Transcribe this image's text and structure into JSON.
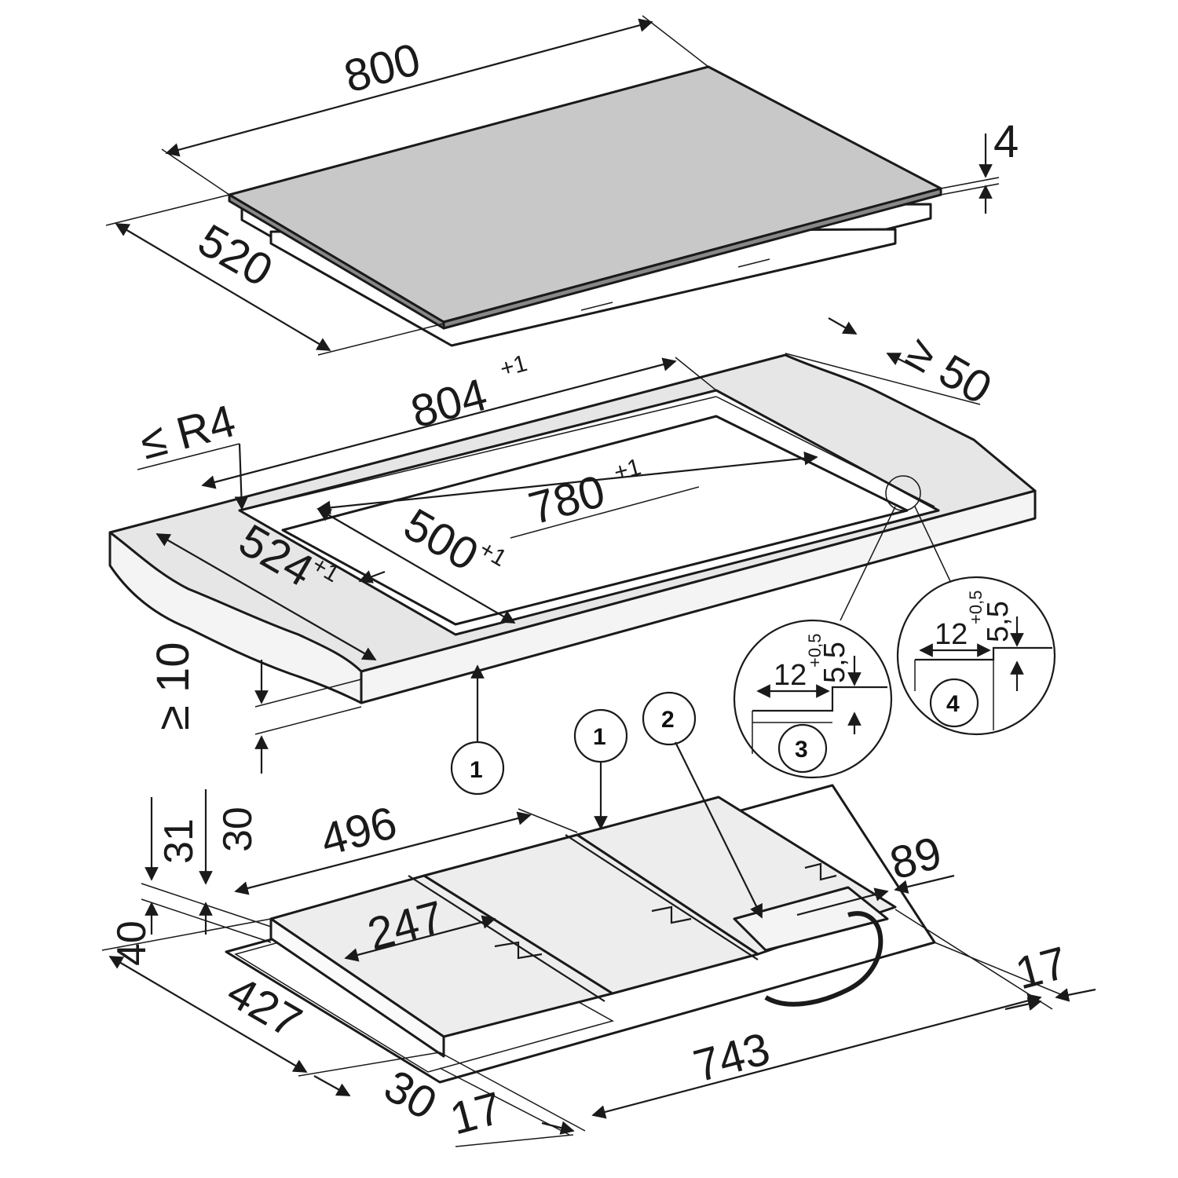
{
  "colors": {
    "glass": "#c8c8c8",
    "worktop": "#e6e6e6",
    "hob_body": "#ededed",
    "line": "#1a1a1a"
  },
  "hob_top": {
    "width": "800",
    "depth": "520",
    "thickness": "4"
  },
  "cutout": {
    "outer_width": "804",
    "outer_width_tol": "+1",
    "outer_depth": "524",
    "outer_depth_tol": "+1",
    "inner_width": "780",
    "inner_width_tol": "+1",
    "inner_depth": "500",
    "inner_depth_tol": "+1",
    "radius": "≤ R4",
    "rear_clearance": "≥ 50",
    "front_clearance": "≥ 10"
  },
  "details": {
    "detail3": {
      "number": "3",
      "width": "12",
      "depth": "5,5",
      "tolerance": "+0,5"
    },
    "detail4": {
      "number": "4",
      "width": "12",
      "depth": "5,5",
      "tolerance": "+0,5"
    }
  },
  "callouts": {
    "one": "1",
    "two": "2"
  },
  "underside": {
    "d496": "496",
    "d247": "247",
    "d31": "31",
    "d30_top": "30",
    "d40": "40",
    "d427": "427",
    "d30_bottom": "30",
    "d17_left": "17",
    "d743": "743",
    "d17_right": "17",
    "d89": "89"
  }
}
